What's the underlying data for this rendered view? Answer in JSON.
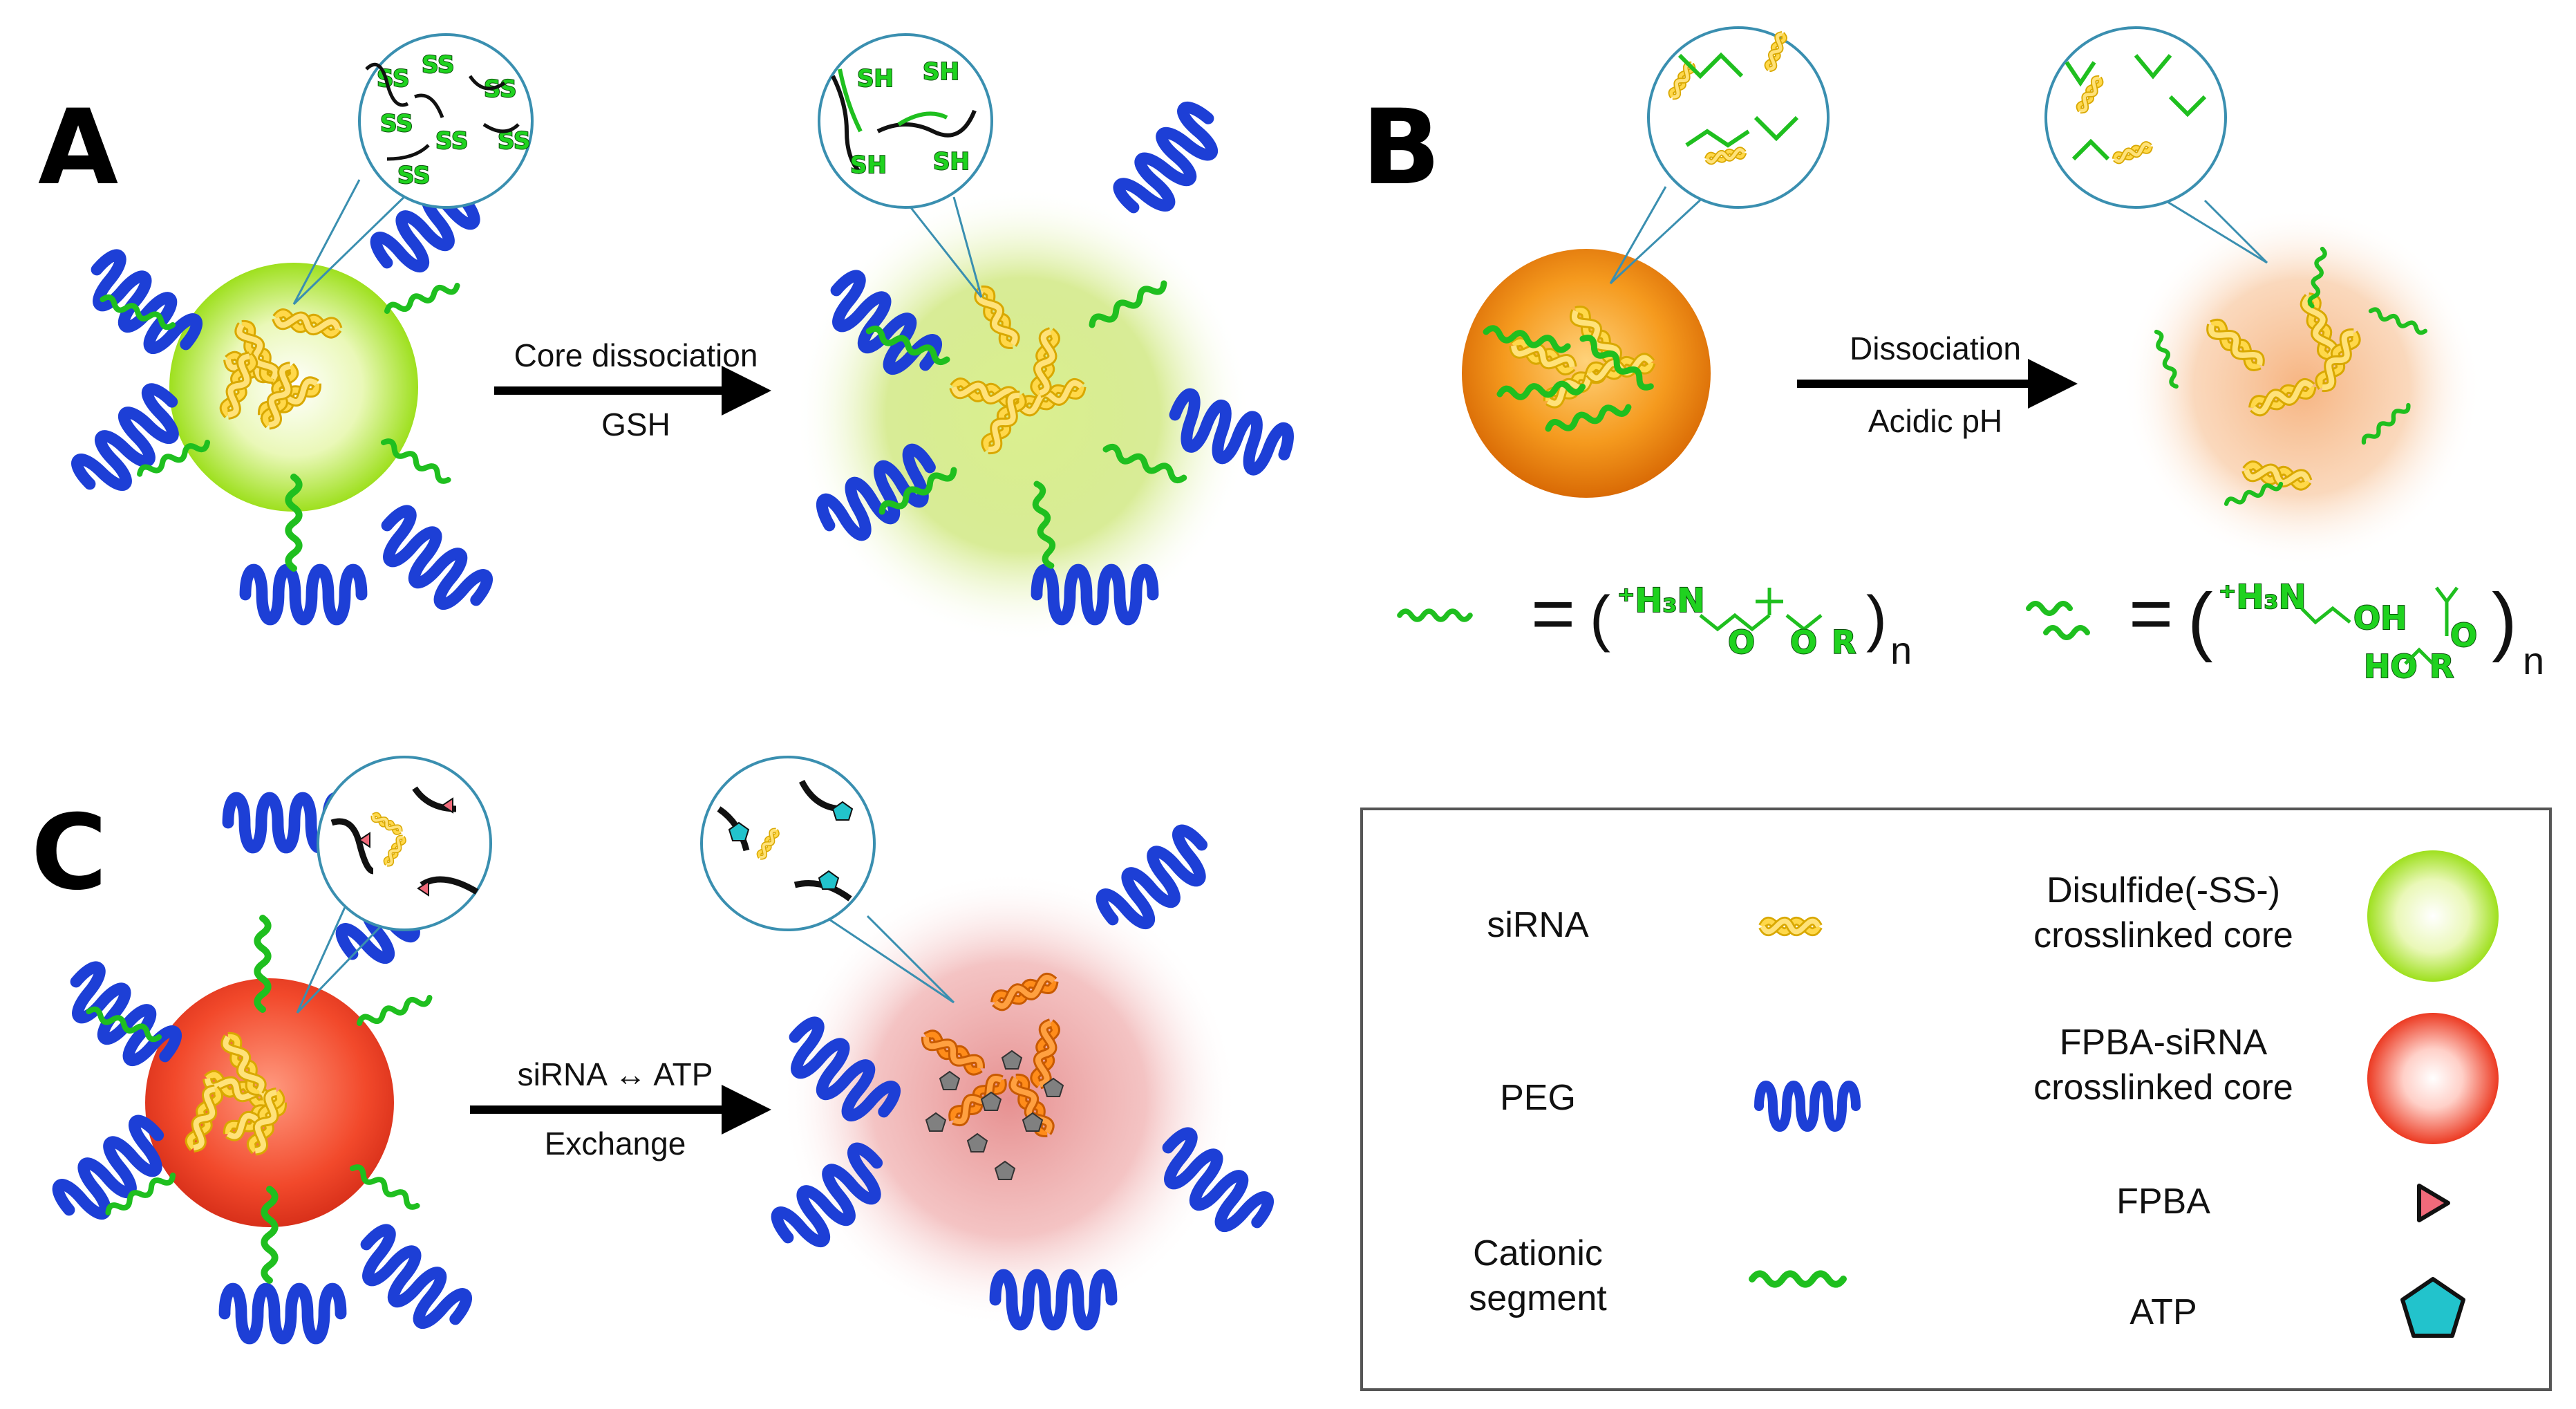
{
  "panels": {
    "a": {
      "label": "A",
      "arrow_top": "Core dissociation",
      "arrow_bottom": "GSH",
      "zoom_left": [
        "SS",
        "SS",
        "SS",
        "SS",
        "SS",
        "SS",
        "SS"
      ],
      "zoom_right": [
        "SH",
        "SH",
        "SH",
        "SH"
      ]
    },
    "b": {
      "label": "B",
      "arrow_top": "Dissociation",
      "arrow_bottom": "Acidic pH",
      "eq1": {
        "equals": "=",
        "lparen": "(",
        "formula": "⁺H₃N",
        "o1": "O",
        "o2": "O",
        "r": "R",
        "rparen": ")",
        "sub": "n"
      },
      "eq2": {
        "equals": "=",
        "lparen": "(",
        "formula": "⁺H₃N",
        "oh": "OH",
        "ho": "HO",
        "r": "R",
        "o": "O",
        "rparen": ")",
        "sub": "n"
      }
    },
    "c": {
      "label": "C",
      "arrow_top": "siRNA ↔ ATP",
      "arrow_bottom": "Exchange"
    }
  },
  "legend": {
    "items": [
      {
        "label": "siRNA",
        "icon": "sirna-helix-icon"
      },
      {
        "label": "PEG",
        "icon": "peg-coil-icon"
      },
      {
        "label_1": "Cationic",
        "label_2": "segment",
        "icon": "cationic-wave-icon"
      },
      {
        "label_1": "Disulfide(-SS-)",
        "label_2": "crosslinked core",
        "icon": "disulfide-core-icon"
      },
      {
        "label_1": "FPBA-siRNA",
        "label_2": "crosslinked core",
        "icon": "fpba-core-icon"
      },
      {
        "label": "FPBA",
        "icon": "fpba-triangle-icon"
      },
      {
        "label": "ATP",
        "icon": "atp-pentagon-icon"
      }
    ]
  },
  "colors": {
    "peg": "#1d3fd6",
    "cationic": "#22cc22",
    "sirna": "#f2c61c",
    "disulfide_core": "#a6e22e",
    "acid_core": "#f08a10",
    "fpba_core": "#ee3b2b",
    "fpba": "#f06a7a",
    "atp": "#22c3cc"
  }
}
